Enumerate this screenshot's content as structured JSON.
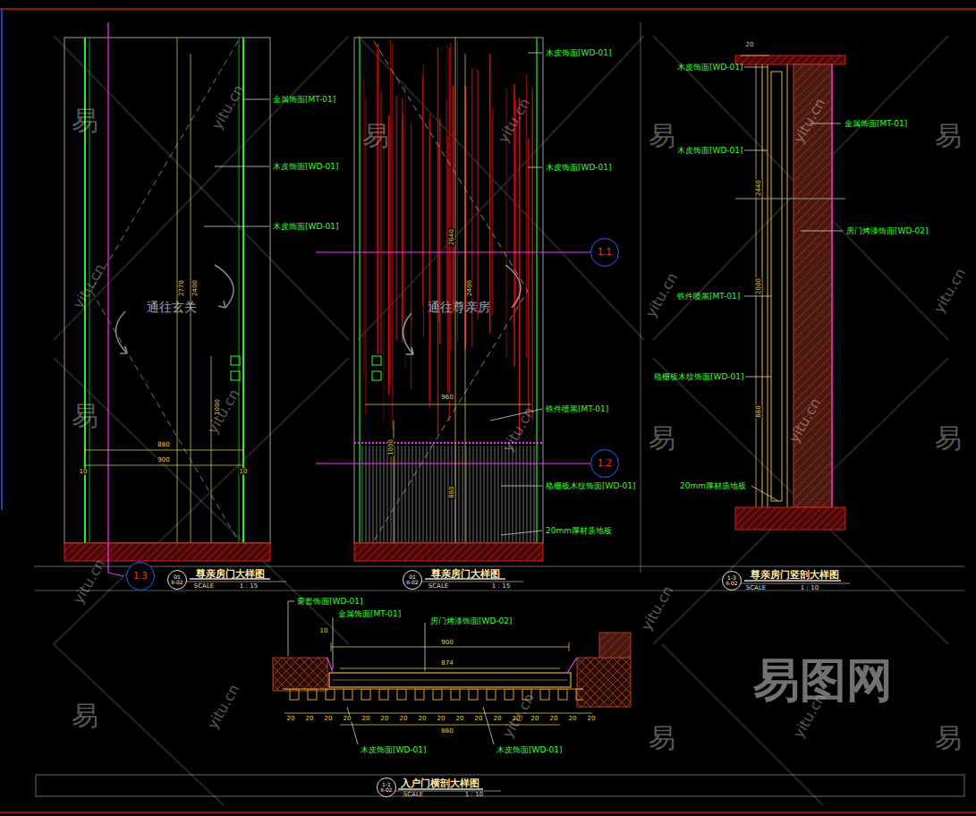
{
  "diagram": {
    "nodes": [
      {
        "text": [
          "1.1"
        ]
      },
      {
        "text": [
          "1.2"
        ]
      },
      {
        "text": [
          "1.3"
        ]
      },
      {
        "text": [
          "01",
          "II-02"
        ]
      },
      {
        "text": [
          "01",
          "II-02"
        ]
      },
      {
        "text": [
          "1-3",
          "II-02"
        ]
      },
      {
        "text": [
          "1-1",
          "II-02"
        ]
      }
    ],
    "labels": [
      "金属饰面[MT-01]",
      "木皮饰面[WD-01]",
      "木皮饰面[WD-01]",
      "通往玄关",
      "2770",
      "2400",
      "1000",
      "880",
      "900",
      "10",
      "10",
      "尊亲房门大样图",
      "SCALE",
      "1：15",
      "木皮饰面[WD-01]",
      "木皮饰面[WD-01]",
      "通往尊亲房",
      "2640",
      "2400",
      "960",
      "1000",
      "880",
      "铁件喷黑[MT-01]",
      "格栅板木纹饰面[WD-01]",
      "20mm厚材质地板",
      "尊亲房门大样图",
      "SCALE",
      "1：15",
      "20",
      "木皮饰面[WD-01]",
      "木皮饰面[WD-01]",
      "金属饰面[MT-01]",
      "房门烤漆饰面[WD-02]",
      "铁件喷黑[MT-01]",
      "格栅板木纹饰面[WD-01]",
      "20mm厚材质地板",
      "2440",
      "2000",
      "880",
      "尊亲房门竖剖大样图",
      "SCALE",
      "1：10",
      "窗套饰面[WD-01]",
      "金属饰面[MT-01]",
      "房门烤漆饰面[WD-02]",
      "10",
      "900",
      "874",
      "20",
      "20",
      "20",
      "20",
      "20",
      "20",
      "20",
      "20",
      "20",
      "20",
      "20",
      "20",
      "20",
      "20",
      "20",
      "20",
      "20",
      "860",
      "木皮饰面[WD-01]",
      "木皮饰面[WD-01]",
      "入户门横剖大样图",
      "SCALE",
      "1：10",
      "易",
      "易",
      "易",
      "易",
      "易",
      "易",
      "易",
      "易",
      "易",
      "易",
      "yitu.cn",
      "yitu.cn",
      "yitu.cn",
      "yitu.cn",
      "yitu.cn",
      "yitu.cn",
      "yitu.cn",
      "yitu.cn",
      "yitu.cn",
      "yitu.cn",
      "yitu.cn",
      "yitu.cn",
      "yitu.cn",
      "yitu.cn",
      "易图网"
    ]
  }
}
